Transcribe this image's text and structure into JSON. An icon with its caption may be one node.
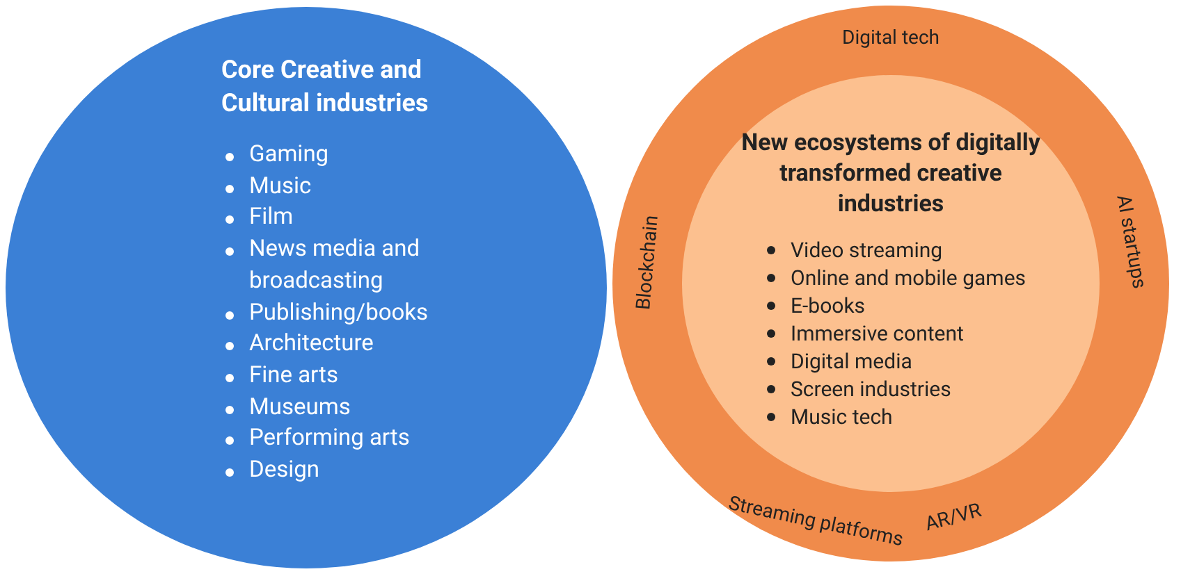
{
  "diagram": {
    "nodes": [
      {
        "text": [
          "Core Creative and Cultural industries",
          "Gaming",
          "Music",
          "Film",
          "News media and broadcasting",
          "Publishing/books",
          "Architecture",
          "Fine arts",
          "Museums",
          "Performing arts",
          "Design"
        ]
      },
      {
        "text": [
          "Digital tech",
          "AI startups",
          "AR/VR",
          "Streaming platforms",
          "Blockchain"
        ]
      },
      {
        "text": [
          "New ecosystems of digitally transformed creative industries",
          "Video streaming",
          "Online and mobile games",
          "E-books",
          "Immersive content",
          "Digital media",
          "Screen industries",
          "Music tech"
        ],
        "in": 1
      }
    ],
    "edges": []
  }
}
